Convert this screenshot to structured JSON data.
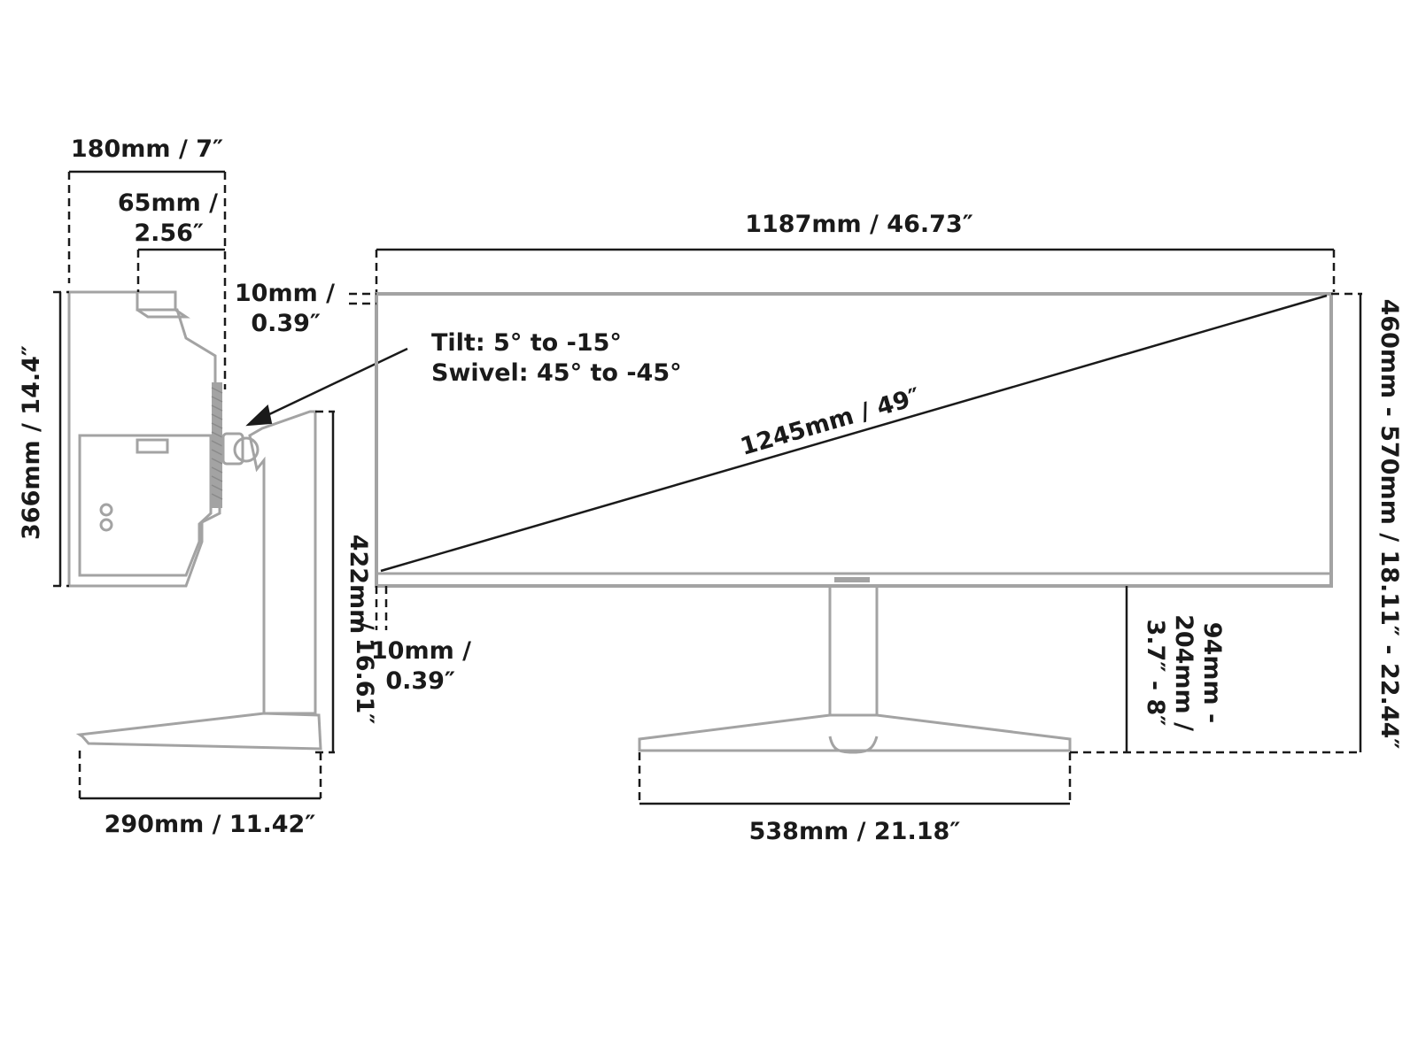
{
  "side_view": {
    "depth_label": "180mm / 7″",
    "panel_depth_label_line1": "65mm /",
    "panel_depth_label_line2": "2.56″",
    "panel_height_label": "366mm / 14.4″",
    "stand_height_label_line1": "422mm",
    "stand_height_label_line2": "/ 16.61″",
    "base_depth_label": "290mm / 11.42″"
  },
  "adjustments": {
    "tilt_label": "Tilt: 5° to -15°",
    "swivel_label": "Swivel: 45° to -45°"
  },
  "front_view": {
    "width_label": "1187mm / 46.73″",
    "bezel_top_label_line1": "10mm /",
    "bezel_top_label_line2": "0.39″",
    "bezel_side_label_line1": "10mm /",
    "bezel_side_label_line2": "0.39″",
    "diagonal_label": "1245mm / 49″",
    "height_range_label": "460mm - 570mm / 18.11″ - 22.44″",
    "height_adjust_label_line1": "94mm -",
    "height_adjust_label_line2": "204mm /",
    "height_adjust_label_line3": "3.7″ - 8″",
    "base_width_label": "538mm / 21.18″"
  },
  "colors": {
    "outline": "#a3a3a3",
    "dimension": "#1a1a1a",
    "background": "#ffffff"
  }
}
